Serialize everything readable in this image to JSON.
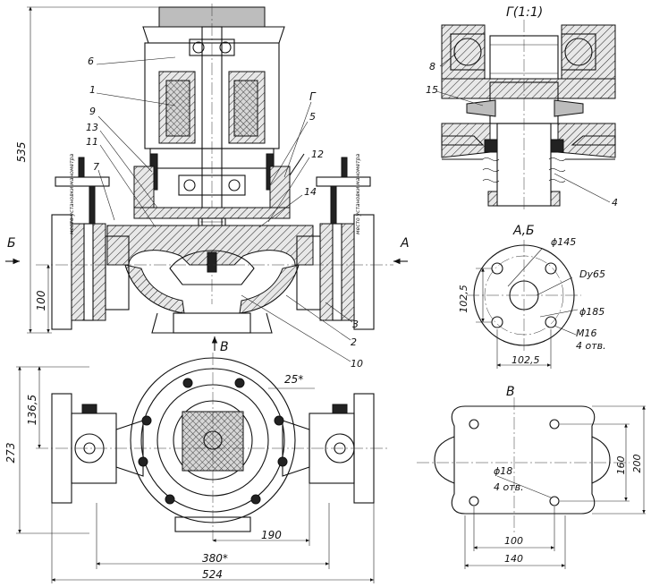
{
  "views": {
    "section_g_title": "Г(1:1)",
    "section_ab_title": "А,Б",
    "view_v_title": "В",
    "arrow_a": "А",
    "arrow_b": "Б",
    "arrow_v": "В"
  },
  "callouts": {
    "c6": "6",
    "c1": "1",
    "c9": "9",
    "c13": "13",
    "c11": "11",
    "c7": "7",
    "c5": "5",
    "c12": "12",
    "c14": "14",
    "cG": "Г",
    "c3": "3",
    "c2": "2",
    "c10": "10",
    "c8": "8",
    "c15": "15",
    "c4": "4"
  },
  "gauge_labels": {
    "left": "место установки манометра",
    "right": "место установки манометра"
  },
  "dimensions": {
    "d535": "535",
    "d100": "100",
    "d136_5": "136,5",
    "d273": "273",
    "d25": "25*",
    "d190": "190",
    "d380": "380*",
    "d524": "524",
    "phi145": "ϕ145",
    "dy65": "Dy65",
    "d102_5_v": "102,5",
    "phi185": "ϕ185",
    "m16": "M16",
    "holes4_ab": "4 отв.",
    "d102_5_h": "102,5",
    "phi18": "ϕ18",
    "holes4_v": "4 отв.",
    "d160": "160",
    "d200": "200",
    "d100_v": "100",
    "d140": "140"
  }
}
